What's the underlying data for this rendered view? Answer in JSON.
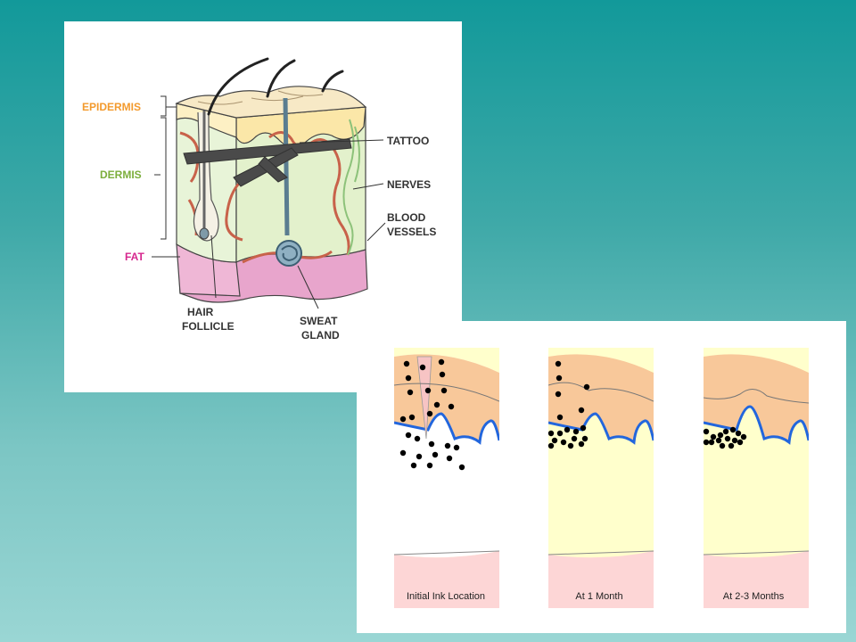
{
  "skin_diagram": {
    "labels": {
      "epidermis": "EPIDERMIS",
      "dermis": "DERMIS",
      "fat": "FAT",
      "tattoo": "TATTOO",
      "nerves": "NERVES",
      "blood_1": "BLOOD",
      "blood_2": "VESSELS",
      "hair_1": "HAIR",
      "hair_2": "FOLLICLE",
      "sweat_1": "SWEAT",
      "sweat_2": "GLAND"
    },
    "colors": {
      "epidermis": "#f39a2d",
      "dermis": "#7cae3c",
      "fat": "#d6278e",
      "callout": "#333333"
    }
  },
  "stages": {
    "captions": [
      "Initial Ink Location",
      "At 1 Month",
      "At 2-3 Months"
    ]
  }
}
